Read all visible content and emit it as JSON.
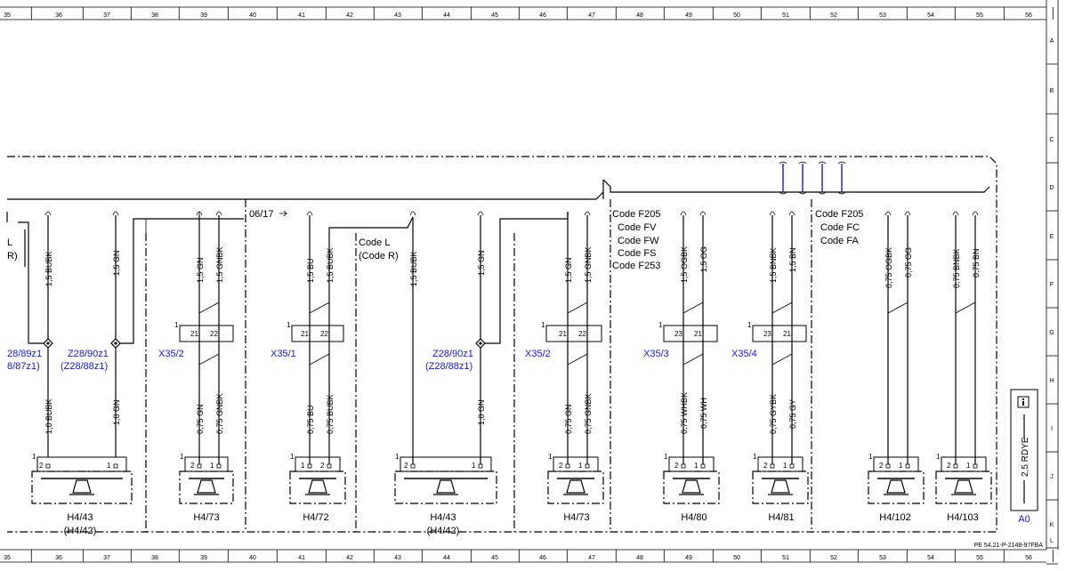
{
  "sheet": {
    "columns": [
      "35",
      "36",
      "37",
      "38",
      "39",
      "40",
      "41",
      "42",
      "43",
      "44",
      "45",
      "46",
      "47",
      "48",
      "49",
      "50",
      "51",
      "52",
      "53",
      "54",
      "55",
      "56"
    ],
    "rows": [
      "A",
      "B",
      "C",
      "D",
      "E",
      "F",
      "G",
      "H",
      "I",
      "J",
      "K",
      "L"
    ],
    "doc_id": "PE 54.21-P-2148-97FBA"
  },
  "annotations": {
    "code_l_left_1": "L",
    "code_l_left_2": "R)",
    "date_mark": "06/17",
    "code_l": "Code L",
    "code_r": "(Code R)",
    "group1": [
      "Code F205",
      "Code FV",
      "Code FW",
      "Code FS",
      "Code F253"
    ],
    "group2": [
      "Code F205",
      "Code FC",
      "Code FA"
    ]
  },
  "splices": {
    "left": [
      "28/89z1",
      "8/87z1)"
    ],
    "mid": [
      "Z28/90z1",
      "(Z28/88z1)"
    ],
    "right": [
      "Z28/90z1",
      "(Z28/88z1)"
    ]
  },
  "connectors": [
    "X35/2",
    "X35/1",
    "X35/2",
    "X35/3",
    "X35/4"
  ],
  "pin_numbers": {
    "p1": "1",
    "p2": "2",
    "p21": "21",
    "p22": "22",
    "p23": "23"
  },
  "wires_top": [
    "1,5 BUBK",
    "1,5 GN",
    "1,5 GN",
    "1,5 GNBK",
    "1,5 BU",
    "1,5 BUBK",
    "1,5 BUBK",
    "1,5 GN",
    "1,5 GN",
    "1,5 GNBK",
    "1,5 OGBK",
    "1,5 OG",
    "1,5 BNBK",
    "1,5 BN",
    "0,75 OGBK",
    "0,75 OG",
    "0,75 BNBK",
    "0,75 BN"
  ],
  "wires_bottom": [
    "1,0 BUBK",
    "1,0 GN",
    "0,75 GN",
    "0,75 GNBK",
    "0,75 BU",
    "0,75 BUBK",
    "1,0 GN",
    "0,75 GN",
    "0,75 GNBK",
    "0,75 WHBK",
    "0,75 WH",
    "0,75 GYBK",
    "0,75 GY"
  ],
  "speakers": [
    {
      "label": "H4/43",
      "sub": "(H4/42)"
    },
    {
      "label": "H4/73",
      "sub": ""
    },
    {
      "label": "H4/72",
      "sub": ""
    },
    {
      "label": "H4/43",
      "sub": "(H4/42)"
    },
    {
      "label": "H4/73",
      "sub": ""
    },
    {
      "label": "H4/80",
      "sub": ""
    },
    {
      "label": "H4/81",
      "sub": ""
    },
    {
      "label": "H4/102",
      "sub": ""
    },
    {
      "label": "H4/103",
      "sub": ""
    }
  ],
  "ground": {
    "wire_label": "2,5 RDYE",
    "point_label": "A0",
    "info_icon": "info-icon"
  },
  "colors": {
    "wire": "#000000",
    "reference_text": "#1a1ad6",
    "bus_marks": "#1a1ad6"
  }
}
